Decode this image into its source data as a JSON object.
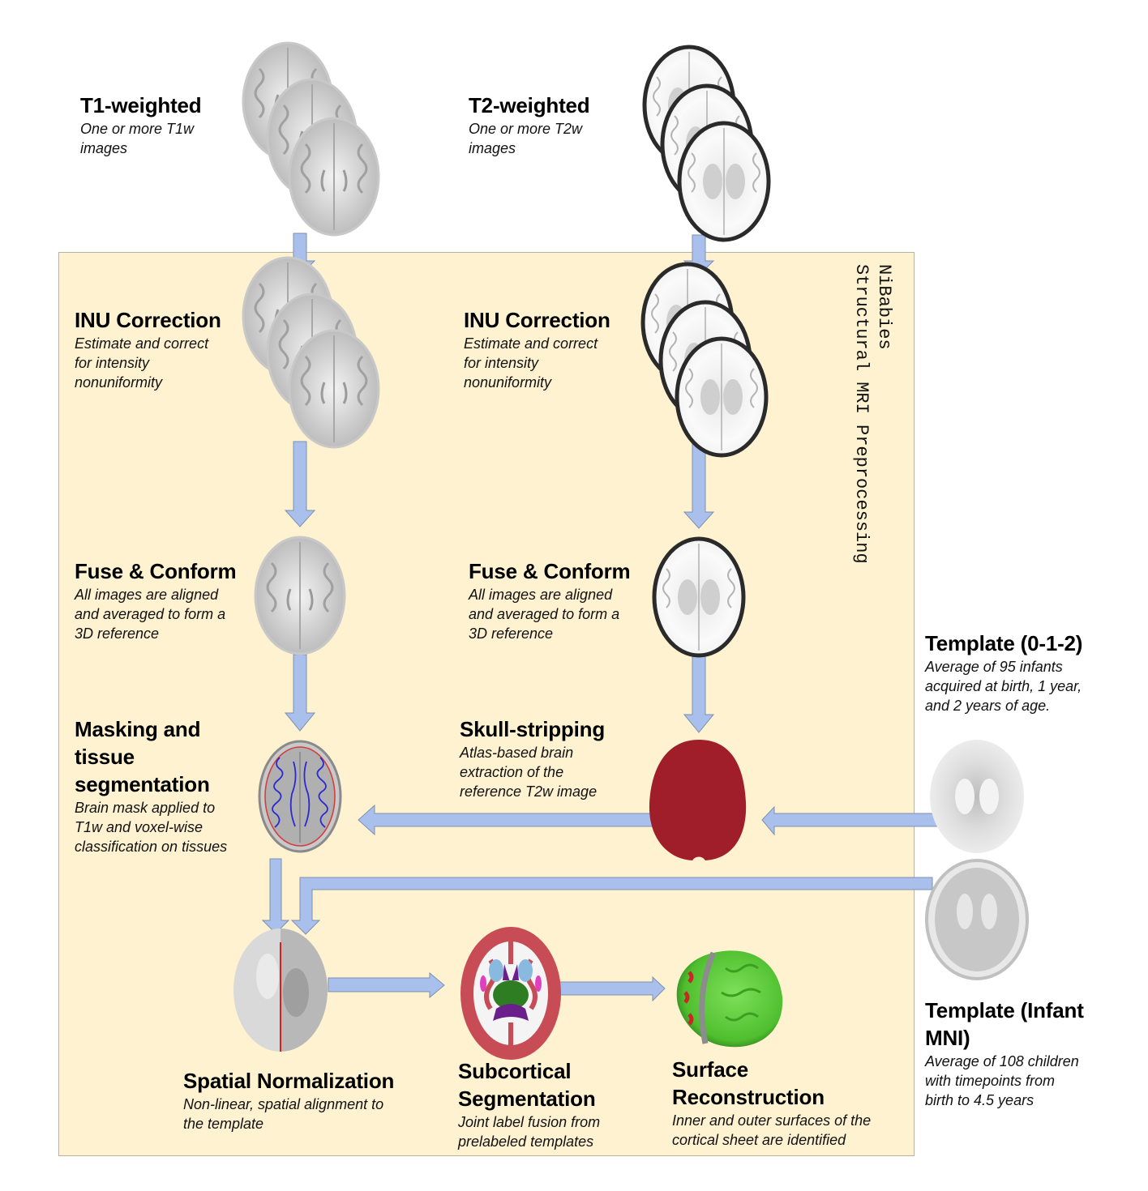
{
  "panel": {
    "title_line1": "NiBabies",
    "title_line2": "Structural MRI Preprocessing",
    "background_color": "#fef2d0"
  },
  "colors": {
    "arrow_fill": "#a9c0ec",
    "arrow_stroke": "#7f90b0",
    "skullstrip_mask": "#a01e2a",
    "surface_green": "#5fcf3b",
    "seg_red": "#c84c55"
  },
  "inputs": {
    "t1": {
      "title": "T1-weighted",
      "desc": [
        "One or more T1w",
        "images"
      ]
    },
    "t2": {
      "title": "T2-weighted",
      "desc": [
        "One or more T2w",
        "images"
      ]
    }
  },
  "steps": {
    "inu_t1": {
      "title": "INU Correction",
      "desc": [
        "Estimate and correct",
        "for intensity",
        "nonuniformity"
      ]
    },
    "inu_t2": {
      "title": "INU Correction",
      "desc": [
        "Estimate and correct",
        "for intensity",
        "nonuniformity"
      ]
    },
    "fuse_t1": {
      "title": "Fuse & Conform",
      "desc": [
        "All images are aligned",
        "and averaged to form a",
        "3D reference"
      ]
    },
    "fuse_t2": {
      "title": "Fuse & Conform",
      "desc": [
        "All images are aligned",
        "and averaged to form a",
        "3D reference"
      ]
    },
    "masking": {
      "title": [
        "Masking and",
        "tissue",
        "segmentation"
      ],
      "desc": [
        "Brain mask applied to",
        "T1w and voxel-wise",
        "classification on tissues"
      ]
    },
    "skullstrip": {
      "title": "Skull-stripping",
      "desc": [
        "Atlas-based brain",
        "extraction of the",
        "reference T2w image"
      ]
    },
    "spatial": {
      "title": "Spatial Normalization",
      "desc": [
        "Non-linear, spatial alignment to",
        "the template"
      ]
    },
    "subcortical": {
      "title": [
        "Subcortical",
        "Segmentation"
      ],
      "desc": [
        "Joint label fusion from",
        "prelabeled templates"
      ]
    },
    "surface": {
      "title": [
        "Surface",
        "Reconstruction"
      ],
      "desc": [
        "Inner and outer surfaces of the",
        "cortical sheet are identified"
      ]
    }
  },
  "templates": {
    "t012": {
      "title": "Template (0-1-2)",
      "desc": [
        "Average of 95 infants",
        "acquired at birth, 1 year,",
        "and 2 years of age."
      ]
    },
    "infant_mni": {
      "title": [
        "Template (Infant",
        "MNI)"
      ],
      "desc": [
        "Average of 108 children",
        "with timepoints from",
        "birth to 4.5 years"
      ]
    }
  }
}
